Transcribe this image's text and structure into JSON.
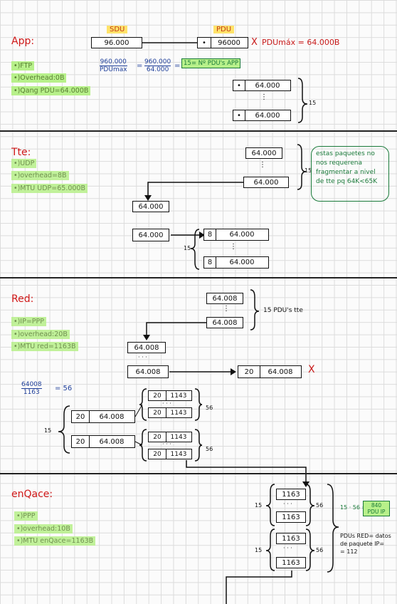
{
  "sections": [
    {
      "id": "app",
      "title": "App:",
      "notes": [
        "•)FTP",
        "•)Overhead:0B",
        "•)Qang PDU=64.000B"
      ]
    },
    {
      "id": "tte",
      "title": "Tte:",
      "notes": [
        "•)UDP",
        "•)overhead=8B",
        "•)MTU UDP=65.000B"
      ]
    },
    {
      "id": "red",
      "title": "Red:",
      "notes": [
        "•)IP=PPP",
        "•)overhead:20B",
        "•)MTU red=1163B"
      ]
    },
    {
      "id": "enlace",
      "title": "enQace:",
      "notes": [
        "•)PPP",
        "•)overhead:10B",
        "•)MTU enQace=1163B"
      ]
    }
  ],
  "app": {
    "sdu_label": "SDU",
    "pdu_label": "PDU",
    "sdu_value": "96.000",
    "pdu_dot": "•",
    "pdu_value": "96000",
    "cross": "X",
    "pdu_max": "PDUmáx = 64.000B",
    "frac1_num": "960.000",
    "frac1_den": "PDUmax",
    "equals": "=",
    "frac2_num": "960.000",
    "frac2_den": "64.000",
    "result": "15= Nº PDU's APP",
    "stack_dot": "•",
    "stack_value": "64.000",
    "stack_count": "15",
    "vdots": "⋮"
  },
  "tte": {
    "block_value": "64.000",
    "count": "15",
    "note": "estas paquetes no nos requerena fragmentar a nivel de tte pq 64K<65K",
    "header": "8",
    "payload": "64.000",
    "count2": "15"
  },
  "red": {
    "block_value": "64.008",
    "count_label": "15 PDU's tte",
    "dots": "· · ·",
    "header": "20",
    "payload": "64.008",
    "cross": "X",
    "calc_num": "64008",
    "calc_den": "1163",
    "calc_result": "= 56",
    "frag_header": "20",
    "frag_payload": "1143",
    "frag_count": "56",
    "outer_count": "15"
  },
  "enlace": {
    "frame": "1163",
    "dots": "· · ·",
    "count_left": "15",
    "count_right": "56",
    "calc": "15 · 56 =",
    "calc_result": "840 PDU IP",
    "note_line1": "PDUs RED= datos",
    "note_line2": "de paquete IP=",
    "note_line3": "= 112"
  },
  "colors": {
    "title": "#d01818",
    "highlight": "#b7f08a",
    "highlight_text": "#5a7f33",
    "blue": "#1f3f9a",
    "green": "#1a7a3a",
    "yellow": "#ffe36a"
  }
}
